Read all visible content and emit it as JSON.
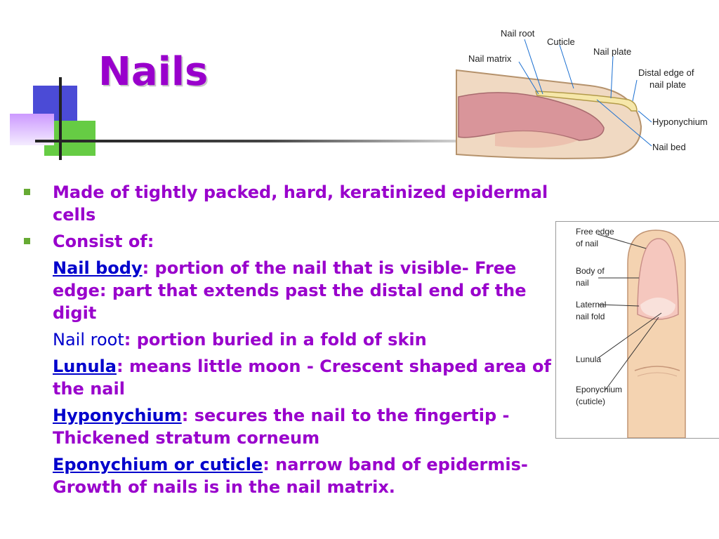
{
  "slide": {
    "title": "Nails",
    "bullets": [
      {
        "text": "Made of tightly packed, hard, keratinized epidermal cells"
      },
      {
        "text": "Consist of:"
      }
    ],
    "items": [
      {
        "term": "Nail body",
        "desc": ": portion of the nail that is visible- Free edge: part that extends past the distal end of the digit"
      },
      {
        "term": "Nail root",
        "desc": ": portion buried in a fold of skin"
      },
      {
        "term": "Lunula",
        "desc": ": means little moon - Crescent shaped area of the nail"
      },
      {
        "term": "Hyponychium",
        "desc": ": secures the nail to the fingertip - Thickened stratum corneum"
      },
      {
        "term": "Eponychium or cuticle",
        "desc": ": narrow band of epidermis- Growth of nails is in the nail matrix."
      }
    ]
  },
  "diagram_side": {
    "labels": {
      "nail_root": "Nail root",
      "cuticle": "Cuticle",
      "nail_plate": "Nail plate",
      "nail_matrix": "Nail matrix",
      "distal_edge_1": "Distal edge of",
      "distal_edge_2": "nail plate",
      "hyponychium": "Hyponychium",
      "nail_bed": "Nail bed"
    }
  },
  "diagram_finger": {
    "labels": {
      "free_edge_1": "Free edge",
      "free_edge_2": "of nail",
      "body_1": "Body of",
      "body_2": "nail",
      "lateral_1": "Laternal",
      "lateral_2": "nail fold",
      "lunula": "Lunula",
      "epony_1": "Eponychium",
      "epony_2": "(cuticle)"
    }
  },
  "colors": {
    "title": "#9900cc",
    "body_text": "#9900cc",
    "term": "#0000cc",
    "bullet": "#66aa33"
  }
}
